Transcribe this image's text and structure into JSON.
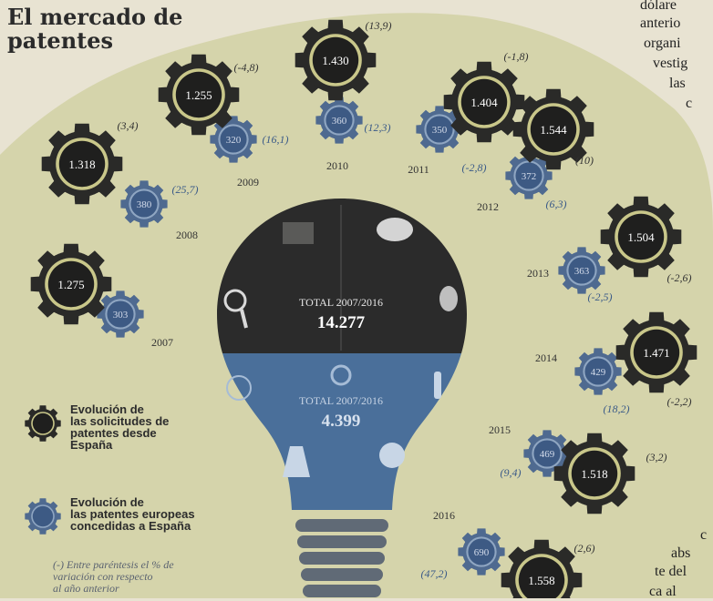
{
  "title_lines": [
    "El mercado de",
    "patentes"
  ],
  "article_fragments": [
    "dólare",
    "anterio",
    "organi",
    "vestig",
    "las",
    "c",
    "c",
    "abs",
    "te del",
    "ca al"
  ],
  "totals": {
    "requests": {
      "label": "TOTAL 2007/2016",
      "value": "14.277"
    },
    "granted": {
      "label": "TOTAL 2007/2016",
      "value": "4.399"
    }
  },
  "legend": [
    {
      "lines": [
        "Evolución de",
        "las solicitudes de",
        "patentes desde",
        "España"
      ],
      "icon": "dark-gear-icon"
    },
    {
      "lines": [
        "Evolución de",
        "las patentes europeas",
        "concedidas a España"
      ],
      "icon": "blue-gear-icon"
    }
  ],
  "note_lines": [
    "(-) Entre paréntesis el % de",
    "variación con respecto",
    "al año anterior"
  ],
  "colors": {
    "dark_gear": "#2a2a28",
    "blue_gear": "#4f6a90",
    "bulb_top": "#2b2b2b",
    "bulb_bottom": "#4a6f9a",
    "head": "#cfcf9e",
    "ring": "#c9c78a"
  },
  "chart_data": {
    "type": "table",
    "categories": [
      "2007",
      "2008",
      "2009",
      "2010",
      "2011",
      "2012",
      "2013",
      "2014",
      "2015",
      "2016"
    ],
    "series": [
      {
        "name": "Evolución de las solicitudes de patentes desde España",
        "values": [
          1275,
          1318,
          1255,
          1430,
          1404,
          1544,
          1504,
          1471,
          1518,
          1558
        ],
        "changes": [
          "",
          "(3,4)",
          "(-4,8)",
          "(13,9)",
          "(-1,8)",
          "(10)",
          "(-2,6)",
          "(-2,2)",
          "(3,2)",
          "(2,6)"
        ]
      },
      {
        "name": "Evolución de las patentes europeas concedidas a España",
        "values": [
          303,
          380,
          320,
          360,
          350,
          372,
          363,
          429,
          469,
          690
        ],
        "changes": [
          "",
          "(25,7)",
          "(16,1)",
          "(12,3)",
          "(-2,8)",
          "(6,3)",
          "(-2,5)",
          "(18,2)",
          "(9,4)",
          "(47,2)"
        ]
      }
    ],
    "request_labels": [
      "1.275",
      "1.318",
      "1.255",
      "1.430",
      "1.404",
      "1.544",
      "1.504",
      "1.471",
      "1.518",
      "1.558"
    ]
  }
}
